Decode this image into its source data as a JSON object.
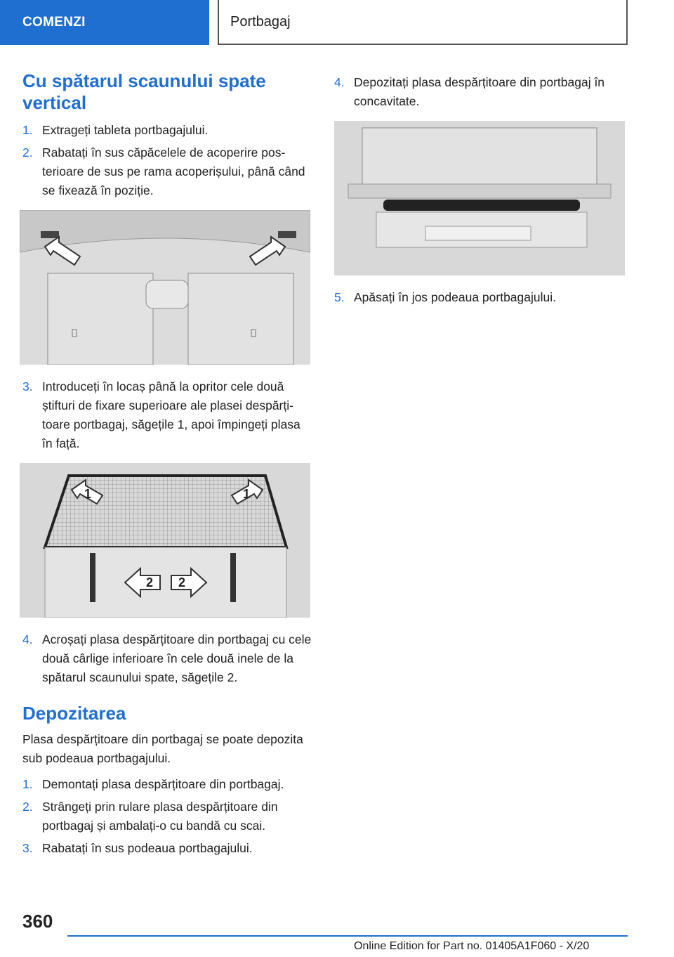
{
  "header": {
    "section": "COMENZI",
    "title": "Portbagaj"
  },
  "left": {
    "heading": "Cu spătarul scaunului spate vertical",
    "steps_a": [
      {
        "num": "1.",
        "text": "Extrageți tableta portbagajului."
      },
      {
        "num": "2.",
        "text": "Rabatați în sus căpăcelele de acoperire pos­terioare de sus pe rama acoperișului, până când se fixează în poziție."
      }
    ],
    "step3": {
      "num": "3.",
      "text": "Introduceți în locaș până la opritor cele două știfturi de fixare superioare ale plasei despărți­toare portbagaj, săgețile 1, apoi împingeți plasa în față."
    },
    "step4": {
      "num": "4.",
      "text": "Acroșați plasa despărțitoare din portbagaj cu cele două cârlige inferioare în cele două inele de la spătarul scaunului spate, săgețile 2."
    },
    "fig2_labels": {
      "arrow1": "1",
      "arrow2": "2"
    },
    "heading2": "Depozitarea",
    "para": "Plasa despărțitoare din portbagaj se poate depo­zita sub podeaua portbagajului.",
    "steps_b": [
      {
        "num": "1.",
        "text": "Demontați plasa despărțitoare din portbagaj."
      },
      {
        "num": "2.",
        "text": "Strângeți prin rulare plasa despărțitoare din portbagaj și ambalați-o cu bandă cu scai."
      },
      {
        "num": "3.",
        "text": "Rabatați în sus podeaua portbagajului."
      }
    ]
  },
  "right": {
    "step4": {
      "num": "4.",
      "text": "Depozitați plasa despărțitoare din portbagaj în concavitate."
    },
    "step5": {
      "num": "5.",
      "text": "Apăsați în jos podeaua portbagajului."
    }
  },
  "footer": {
    "page": "360",
    "edition": "Online Edition for Part no. 01405A1F060 - X/20"
  }
}
